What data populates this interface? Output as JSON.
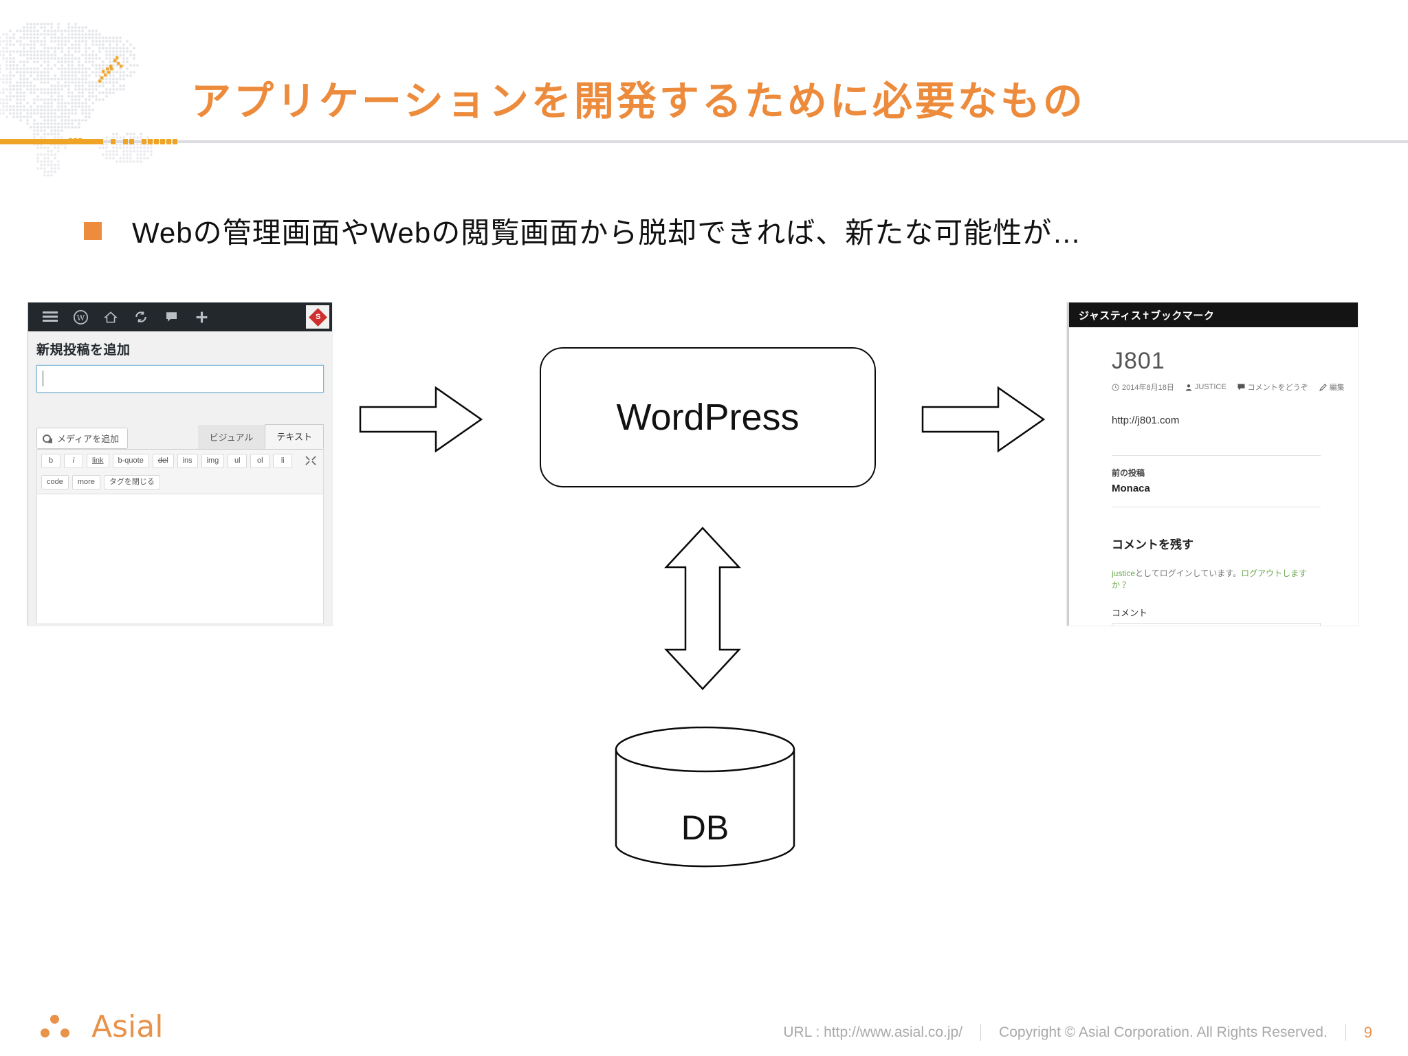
{
  "slide": {
    "title": "アプリケーションを開発するために必要なもの",
    "title_color": "#ED8B3C",
    "accent_color": "#EFA426",
    "bullet": {
      "marker": "square-bullet",
      "text": "Webの管理画面やWebの閲覧画面から脱却できれば、新たな可能性が…"
    }
  },
  "diagram": {
    "center_node_label": "WordPress",
    "db_node_label": "DB",
    "arrow_left": "arrow-right-icon",
    "arrow_right": "arrow-right-icon",
    "arrow_vertical": "arrow-up-down-icon"
  },
  "wp_admin": {
    "toolbar_icons": [
      "menu-icon",
      "wordpress-logo-icon",
      "home-icon",
      "refresh-icon",
      "comment-icon",
      "plus-icon"
    ],
    "user_icon": "red-diamond-icon",
    "user_icon_glyph": "S",
    "heading": "新規投稿を追加",
    "title_input_value": "",
    "title_input_placeholder": "",
    "add_media_label": "メディアを追加",
    "tabs": [
      {
        "label": "ビジュアル",
        "active": false
      },
      {
        "label": "テキスト",
        "active": true
      }
    ],
    "quicktags_row1": [
      "b",
      "i",
      "link",
      "b-quote",
      "del",
      "ins",
      "img",
      "ul",
      "ol",
      "li"
    ],
    "quicktags_row2": [
      "code",
      "more",
      "タグを閉じる"
    ],
    "fullscreen_icon": "fullscreen-icon"
  },
  "site": {
    "header_title": "ジャスティス✝ブックマーク",
    "post_title": "J801",
    "meta": {
      "date": "2014年8月18日",
      "author": "JUSTICE",
      "comments": "コメントをどうぞ",
      "edit": "編集"
    },
    "content_link": "http://j801.com",
    "prev_label": "前の投稿",
    "prev_title": "Monaca",
    "comment_heading": "コメントを残す",
    "login_user": "justice",
    "login_text": "としてログインしています。",
    "logout_link": "ログアウトしますか？",
    "comment_label": "コメント"
  },
  "footer": {
    "logo_text": "Asial",
    "url": "URL : http://www.asial.co.jp/",
    "copyright": "Copyright ©  Asial Corporation. All Rights Reserved.",
    "page_number": "9"
  }
}
